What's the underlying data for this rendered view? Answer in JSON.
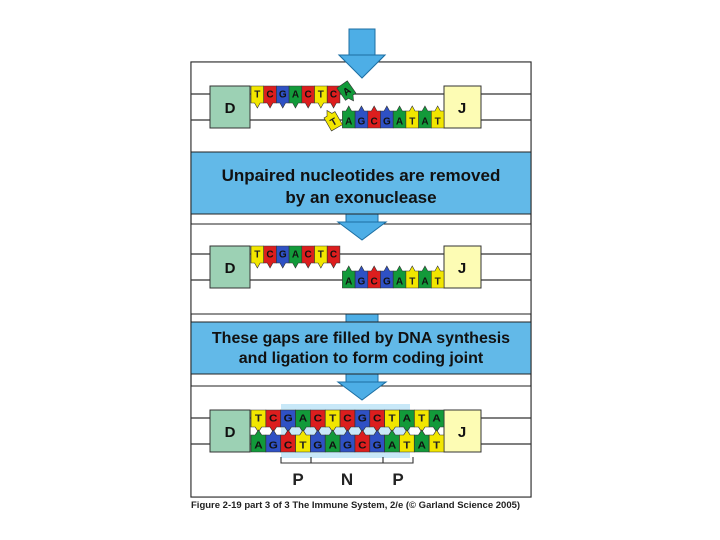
{
  "colors": {
    "T": "#f2e600",
    "C": "#dc1e1e",
    "G": "#2f51c4",
    "A": "#129a3a",
    "gene_box_D": "#9cd1b4",
    "gene_box_J": "#fdfcb4",
    "banner": "#62b9e8",
    "arrow": "#4daee6",
    "highlight": "#c8e8f8"
  },
  "panel1": {
    "d_label": "D",
    "j_label": "J",
    "top_strand": [
      "T",
      "C",
      "G",
      "A",
      "C",
      "T",
      "C"
    ],
    "top_flap": "A",
    "bottom_strand": [
      "A",
      "G",
      "C",
      "G",
      "A",
      "T",
      "A",
      "T"
    ],
    "bottom_flap": "T"
  },
  "banner1": {
    "line1": "Unpaired nucleotides are removed",
    "line2": "by an exonuclease"
  },
  "panel2": {
    "d_label": "D",
    "j_label": "J",
    "top_strand": [
      "T",
      "C",
      "G",
      "A",
      "C",
      "T",
      "C"
    ],
    "bottom_strand": [
      "A",
      "G",
      "C",
      "G",
      "A",
      "T",
      "A",
      "T"
    ]
  },
  "banner2": {
    "line1": "These gaps are filled by DNA synthesis",
    "line2": "and ligation to form coding joint"
  },
  "panel3": {
    "d_label": "D",
    "j_label": "J",
    "top_strand": [
      "T",
      "C",
      "G",
      "A",
      "C",
      "T",
      "C",
      "G",
      "C",
      "T",
      "A",
      "T",
      "A"
    ],
    "bottom_strand": [
      "A",
      "G",
      "C",
      "T",
      "G",
      "A",
      "G",
      "C",
      "G",
      "A",
      "T",
      "A",
      "T"
    ],
    "bracket_labels": [
      "P",
      "N",
      "P"
    ]
  },
  "caption": "Figure 2-19 part 3 of 3  The Immune System, 2/e (© Garland Science 2005)"
}
